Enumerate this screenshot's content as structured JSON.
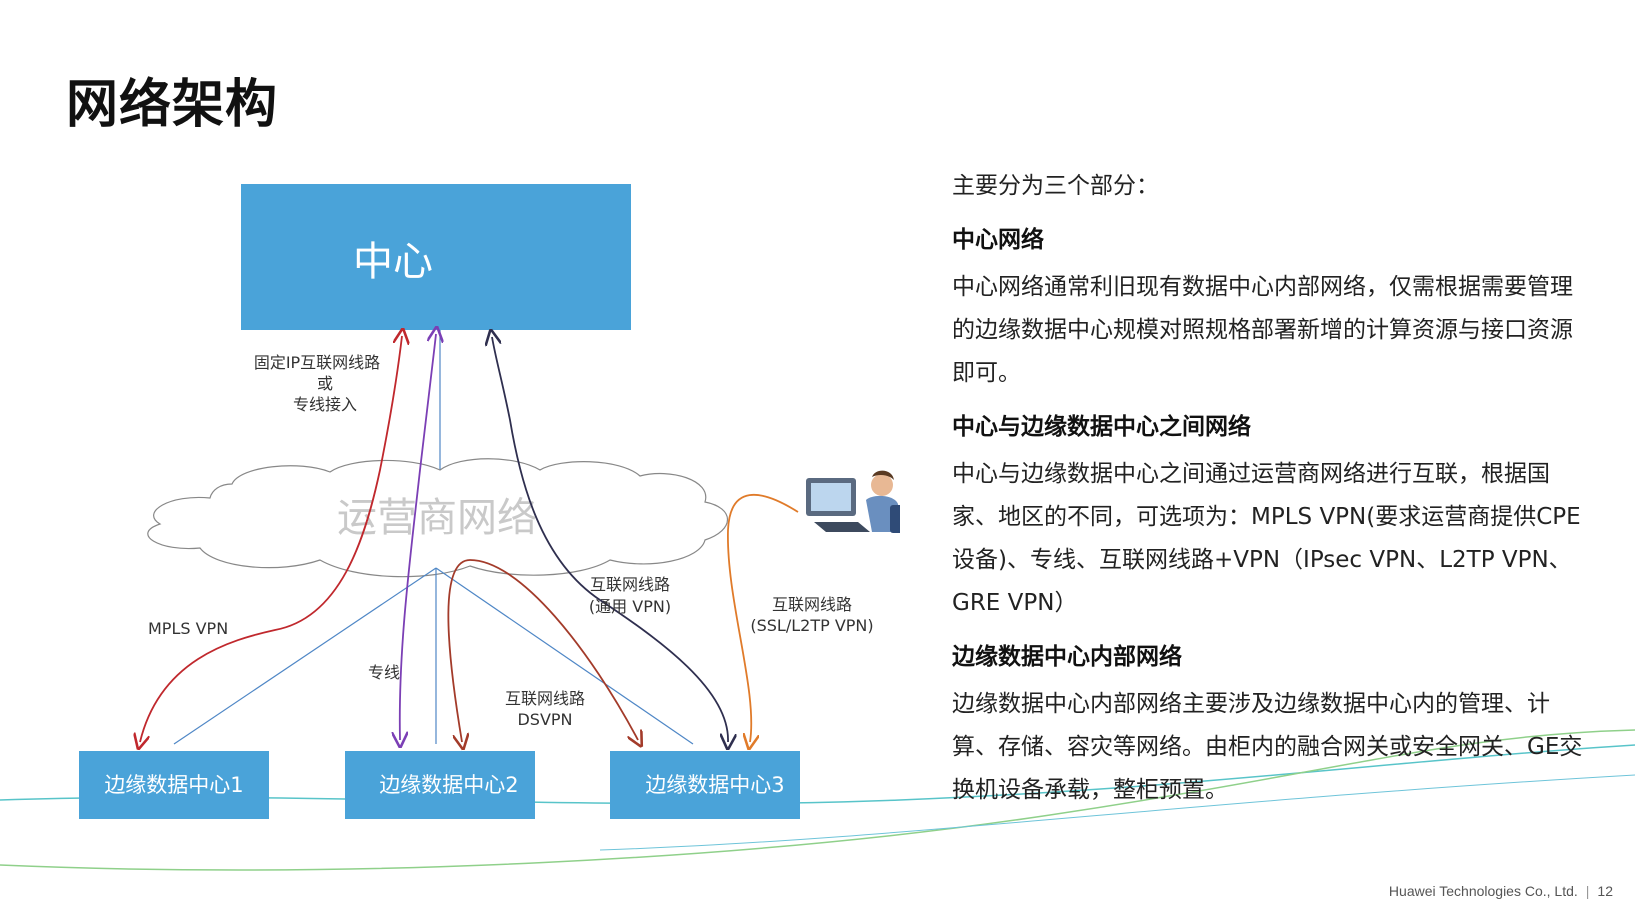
{
  "title": "网络架构",
  "diagram": {
    "center_box": "中心",
    "cloud": "运营商网络",
    "edge_boxes": [
      "边缘数据中心1",
      "边缘数据中心2",
      "边缘数据中心3"
    ],
    "label_fixed_ip_1": "固定IP互联网线路",
    "label_fixed_ip_2": "或",
    "label_fixed_ip_3": "专线接入",
    "label_mpls": "MPLS VPN",
    "label_dedicated": "专线",
    "label_dsvpn_1": "互联网线路",
    "label_dsvpn_2": "DSVPN",
    "label_generic_1": "互联网线路",
    "label_generic_2": "(通用 VPN)",
    "label_ssl_1": "互联网线路",
    "label_ssl_2": "(SSL/L2TP VPN)",
    "colors": {
      "box": "#4aa3d9",
      "mpls": "#c0282d",
      "dedicated": "#7b3fb5",
      "dsvpn": "#a33b2a",
      "generic": "#2f2f4f",
      "ssl": "#e07b2a",
      "link": "#4f87c6"
    }
  },
  "description": {
    "intro": "主要分为三个部分：",
    "sections": [
      {
        "heading": "中心网络",
        "body": "中心网络通常利旧现有数据中心内部网络，仅需根据需要管理的边缘数据中心规模对照规格部署新增的计算资源与接口资源即可。"
      },
      {
        "heading": "中心与边缘数据中心之间网络",
        "body": "中心与边缘数据中心之间通过运营商网络进行互联，根据国家、地区的不同，可选项为：MPLS VPN(要求运营商提供CPE设备)、专线、互联网线路+VPN（IPsec VPN、L2TP VPN、GRE VPN）"
      },
      {
        "heading": "边缘数据中心内部网络",
        "body": "边缘数据中心内部网络主要涉及边缘数据中心内的管理、计算、存储、容灾等网络。由柜内的融合网关或安全网关、GE交换机设备承载，整柜预置。"
      }
    ]
  },
  "footer": {
    "company": "Huawei Technologies Co., Ltd.",
    "page": "12"
  }
}
